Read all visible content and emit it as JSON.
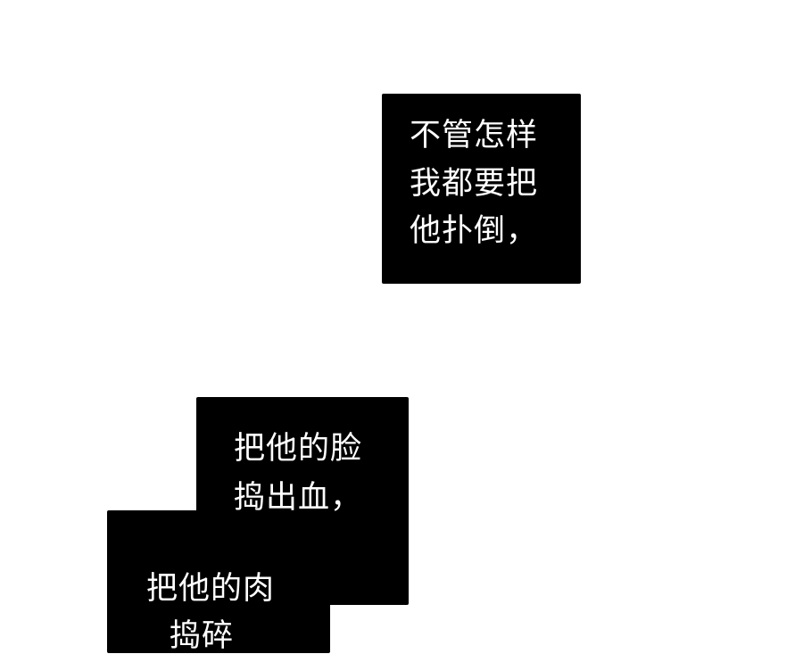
{
  "bubbles": [
    {
      "lines": [
        "不管怎样",
        "我都要把",
        "他扑倒，"
      ]
    },
    {
      "lines": [
        "把他的脸",
        "捣出血，"
      ]
    },
    {
      "lines": [
        "把他的肉",
        "捣碎"
      ]
    }
  ]
}
